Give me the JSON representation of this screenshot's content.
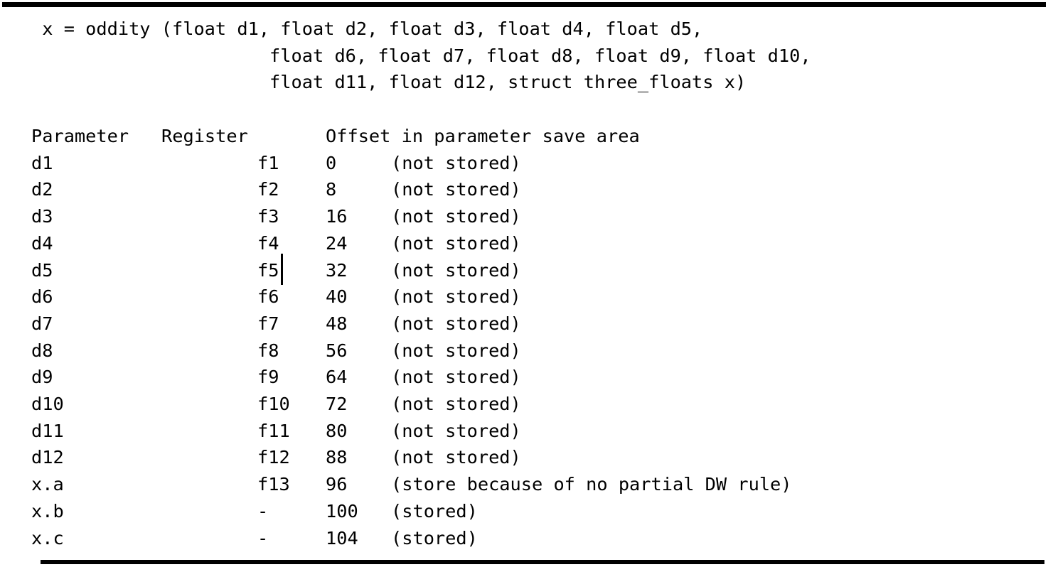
{
  "page": {
    "background": "#ffffff",
    "text_color": "#000000",
    "rule_color": "#000000"
  },
  "code_lines": [
    " x = oddity (float d1, float d2, float d3, float d4, float d5,",
    "                      float d6, float d7, float d8, float d9, float d10,",
    "                      float d11, float d12, struct three_floats x)"
  ],
  "table": {
    "header": {
      "parameter": "Parameter",
      "register": "Register",
      "offset": "Offset in parameter save area"
    },
    "rows": [
      {
        "parameter": "d1",
        "register": "f1",
        "offset": "0",
        "note": "(not stored)"
      },
      {
        "parameter": "d2",
        "register": "f2",
        "offset": "8",
        "note": "(not stored)"
      },
      {
        "parameter": "d3",
        "register": "f3",
        "offset": "16",
        "note": "(not stored)"
      },
      {
        "parameter": "d4",
        "register": "f4",
        "offset": "24",
        "note": "(not stored)"
      },
      {
        "parameter": "d5",
        "register": "f5",
        "offset": "32",
        "note": "(not stored)"
      },
      {
        "parameter": "d6",
        "register": "f6",
        "offset": "40",
        "note": "(not stored)"
      },
      {
        "parameter": "d7",
        "register": "f7",
        "offset": "48",
        "note": "(not stored)"
      },
      {
        "parameter": "d8",
        "register": "f8",
        "offset": "56",
        "note": "(not stored)"
      },
      {
        "parameter": "d9",
        "register": "f9",
        "offset": "64",
        "note": "(not stored)"
      },
      {
        "parameter": "d10",
        "register": "f10",
        "offset": "72",
        "note": "(not stored)"
      },
      {
        "parameter": "d11",
        "register": "f11",
        "offset": "80",
        "note": "(not stored)"
      },
      {
        "parameter": "d12",
        "register": "f12",
        "offset": "88",
        "note": "(not stored)"
      },
      {
        "parameter": "x.a",
        "register": "f13",
        "offset": "96",
        "note": "(store because of no partial DW rule)"
      },
      {
        "parameter": "x.b",
        "register": "-",
        "offset": "100",
        "note": "(stored)"
      },
      {
        "parameter": "x.c",
        "register": "-",
        "offset": "104",
        "note": "(stored)"
      }
    ]
  }
}
